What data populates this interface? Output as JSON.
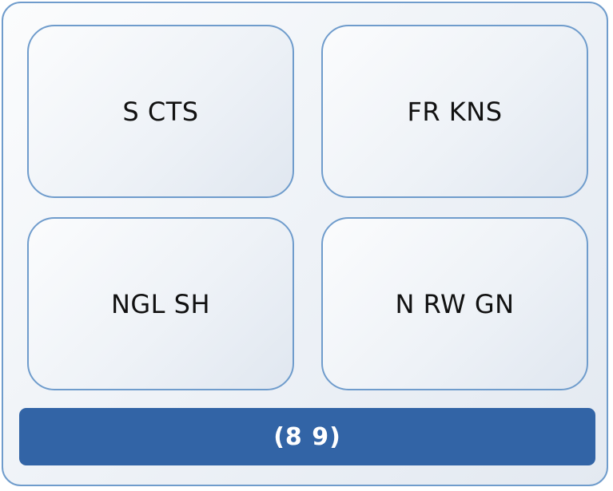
{
  "cards": [
    {
      "label": "S CTS"
    },
    {
      "label": "FR KNS"
    },
    {
      "label": "NGL SH"
    },
    {
      "label": "N RW GN"
    }
  ],
  "footer": {
    "label": "(8 9)"
  },
  "colors": {
    "border": "#6f9ccc",
    "footer_fill": "#3264a6",
    "card_fill_light": "#fbfcfd",
    "card_fill_dark": "#e0e7f0"
  }
}
